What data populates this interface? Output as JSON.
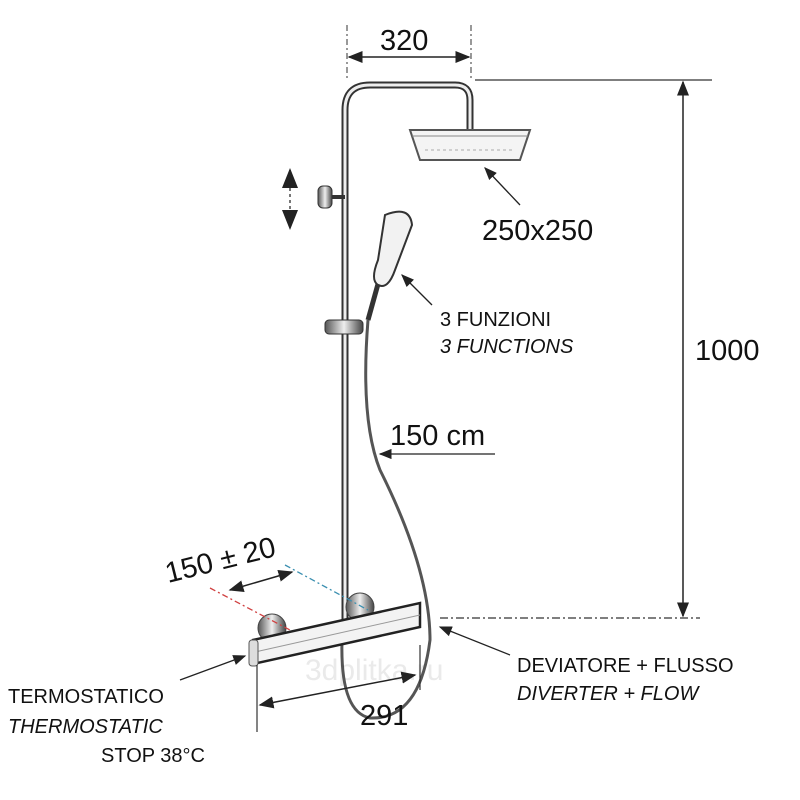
{
  "dimensions": {
    "arm_width": "320",
    "head_size": "250x250",
    "height": "1000",
    "hose_length": "150 cm",
    "inlet_spacing": "150 ± 20",
    "mixer_width": "291"
  },
  "labels": {
    "functions_it": "3 FUNZIONI",
    "functions_en": "3 FUNCTIONS",
    "diverter_it": "DEVIATORE + FLUSSO",
    "diverter_en": "DIVERTER + FLOW",
    "thermo_it": "TERMOSTATICO",
    "thermo_en": "THERMOSTATIC",
    "thermo_stop": "STOP 38°C"
  },
  "watermark": "3dplitka.ru",
  "colors": {
    "hot": "#d04040",
    "cold": "#3a8fb0"
  }
}
